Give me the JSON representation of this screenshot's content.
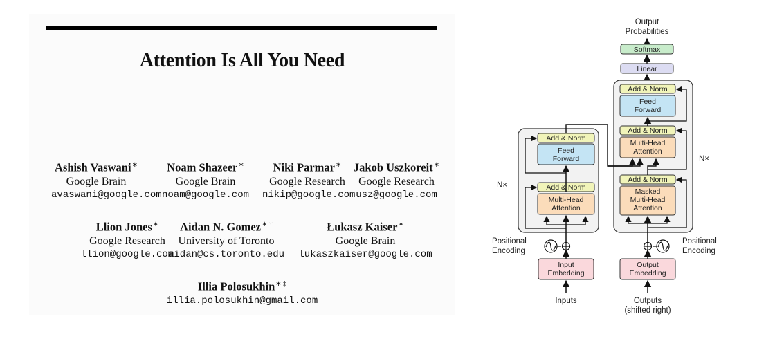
{
  "paper": {
    "title": "Attention Is All You Need",
    "authors": [
      {
        "name": "Ashish Vaswani",
        "mark": "∗",
        "affiliation": "Google Brain",
        "email": "avaswani@google.com"
      },
      {
        "name": "Noam Shazeer",
        "mark": "∗",
        "affiliation": "Google Brain",
        "email": "noam@google.com"
      },
      {
        "name": "Niki Parmar",
        "mark": "∗",
        "affiliation": "Google Research",
        "email": "nikip@google.com"
      },
      {
        "name": "Jakob Uszkoreit",
        "mark": "∗",
        "affiliation": "Google Research",
        "email": "usz@google.com"
      },
      {
        "name": "Llion Jones",
        "mark": "∗",
        "affiliation": "Google Research",
        "email": "llion@google.com"
      },
      {
        "name": "Aidan N. Gomez",
        "mark": "∗ †",
        "affiliation": "University of Toronto",
        "email": "aidan@cs.toronto.edu"
      },
      {
        "name": "Łukasz Kaiser",
        "mark": "∗",
        "affiliation": "Google Brain",
        "email": "lukaszkaiser@google.com"
      },
      {
        "name": "Illia Polosukhin",
        "mark": "∗ ‡",
        "affiliation": "",
        "email": "illia.polosukhin@gmail.com"
      }
    ]
  },
  "diagram": {
    "output_probabilities": [
      "Output",
      "Probabilities"
    ],
    "softmax": "Softmax",
    "linear": "Linear",
    "add_norm": "Add & Norm",
    "feed_forward": [
      "Feed",
      "Forward"
    ],
    "multi_head_attention": [
      "Multi-Head",
      "Attention"
    ],
    "masked_multi_head_attention": [
      "Masked",
      "Multi-Head",
      "Attention"
    ],
    "nx": "N×",
    "positional_encoding": [
      "Positional",
      "Encoding"
    ],
    "input_embedding": [
      "Input",
      "Embedding"
    ],
    "output_embedding": [
      "Output",
      "Embedding"
    ],
    "inputs": "Inputs",
    "outputs": [
      "Outputs",
      "(shifted right)"
    ],
    "colors": {
      "add_norm": "#f1f4b9",
      "feed_forward": "#c4e4f4",
      "attention": "#fbdcba",
      "embedding": "#fad8dc",
      "linear": "#dcdcf2",
      "softmax": "#c8eccb",
      "layer_bg": "#f2f2f2"
    }
  }
}
